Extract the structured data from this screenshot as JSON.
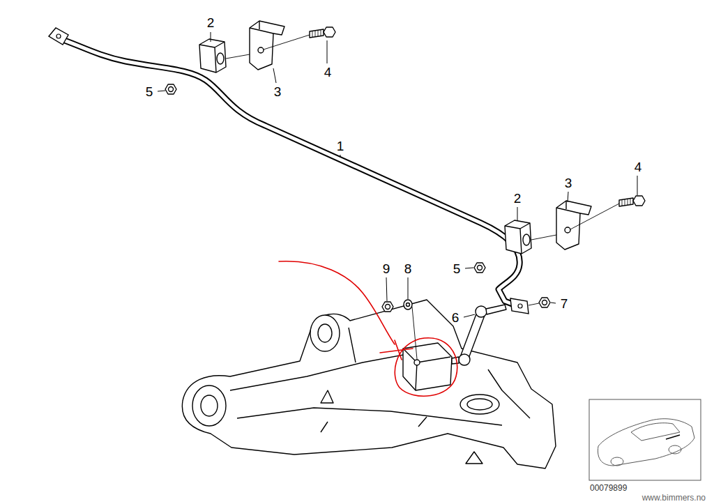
{
  "diagram": {
    "labels": [
      "2",
      "4",
      "3",
      "5",
      "1",
      "4",
      "3",
      "2",
      "9",
      "8",
      "5",
      "7",
      "6",
      "00079899",
      "www.bimmers.no"
    ]
  }
}
